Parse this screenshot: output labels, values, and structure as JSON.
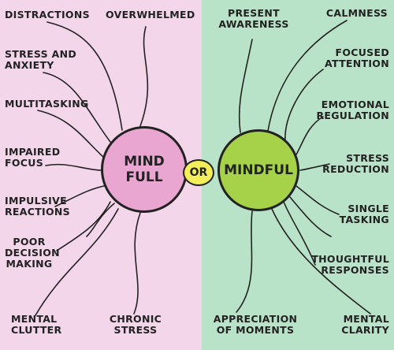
{
  "colors": {
    "left_panel": "#f3d6ea",
    "right_panel": "#b9e3c8",
    "mind_full_circle": "#e8a6d0",
    "mindful_circle": "#a6d24a",
    "or_badge": "#f4ee5a",
    "ink": "#222222"
  },
  "center": {
    "mind_full": "MIND\nFULL",
    "or": "OR",
    "mindful": "MINDFUL"
  },
  "left_labels": [
    "DISTRACTIONS",
    "OVERWHELMED",
    "STRESS AND\nANXIETY",
    "MULTITASKING",
    "IMPAIRED\nFOCUS",
    "IMPULSIVE\nREACTIONS",
    "POOR\nDECISION\nMAKING",
    "MENTAL\nCLUTTER",
    "CHRONIC\nSTRESS"
  ],
  "right_labels": [
    "PRESENT\nAWARENESS",
    "CALMNESS",
    "FOCUSED\nATTENTION",
    "EMOTIONAL\nREGULATION",
    "STRESS\nREDUCTION",
    "SINGLE\nTASKING",
    "THOUGHTFUL\nRESPONSES",
    "APPRECIATION\nOF MOMENTS",
    "MENTAL\nCLARITY"
  ]
}
